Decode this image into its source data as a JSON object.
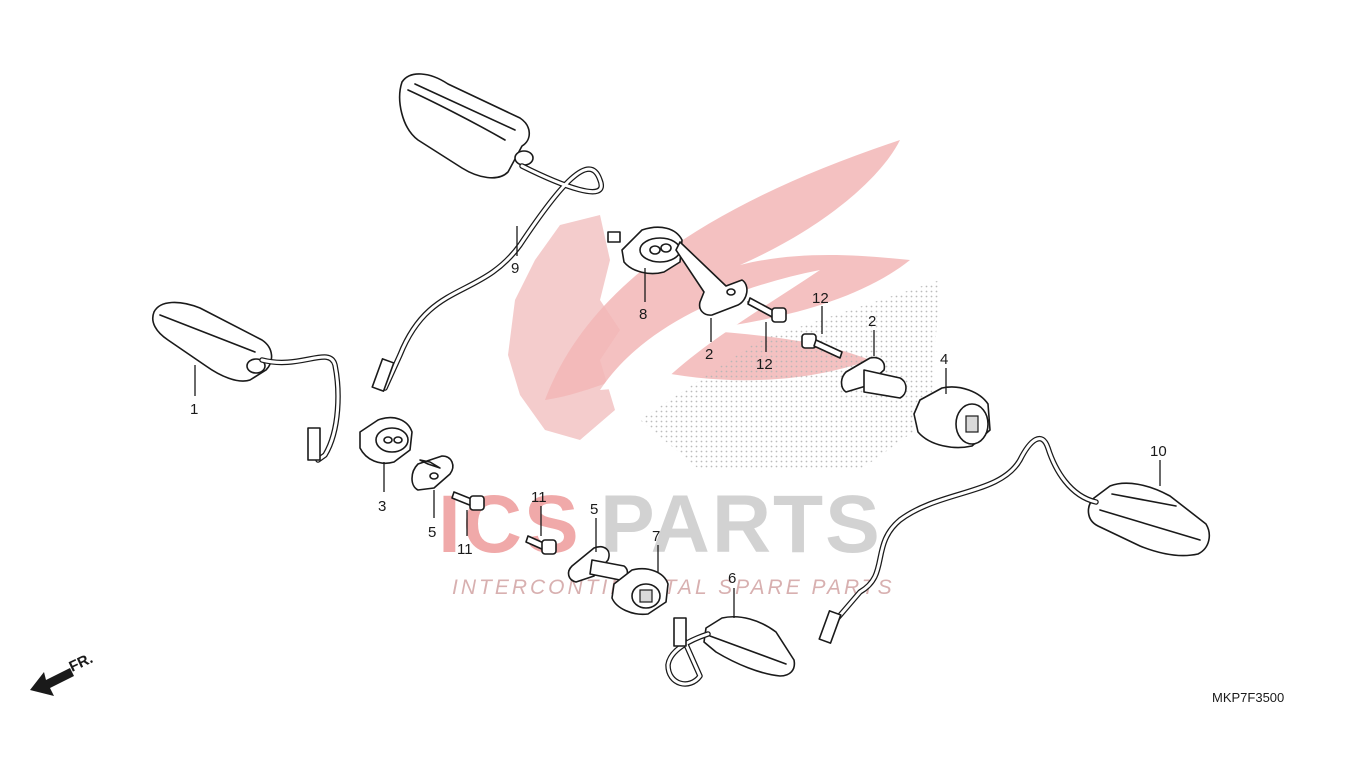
{
  "diagram": {
    "drawing_code": "MKP7F3500",
    "direction_label": "FR.",
    "callouts": [
      "1",
      "2",
      "2",
      "3",
      "4",
      "5",
      "5",
      "6",
      "7",
      "8",
      "9",
      "10",
      "11",
      "11",
      "12",
      "12"
    ]
  },
  "watermark": {
    "brand_left": "ICS",
    "brand_right": "PARTS",
    "tagline": "INTERCONTINENTAL SPARE PARTS",
    "colors": {
      "red": "#e8898a",
      "grey": "#c4c4c4"
    }
  }
}
